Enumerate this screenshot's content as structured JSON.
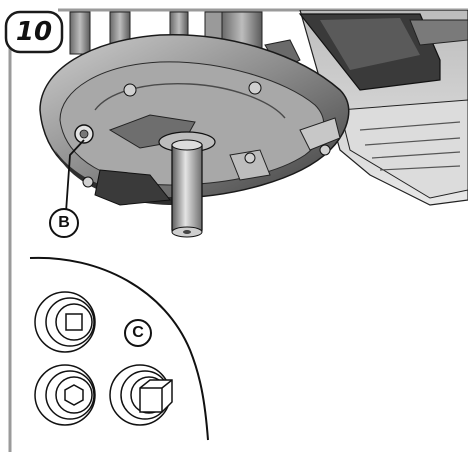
{
  "step": {
    "number": "10"
  },
  "callouts": {
    "b": "B",
    "c": "C"
  },
  "colors": {
    "frame": "#9a9a9a",
    "line": "#1a1a1a",
    "metal_dark": "#4a4a4a",
    "metal_mid": "#8c8c8c",
    "metal_light": "#d6d6d6"
  }
}
